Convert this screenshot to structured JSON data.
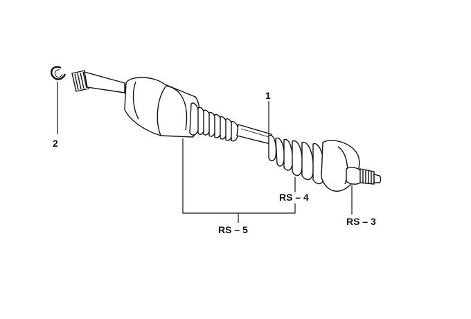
{
  "diagram": {
    "parts": {
      "ring": "2",
      "shaft": "1",
      "outer_boot": "RS – 4",
      "outer_joint": "RS – 3",
      "boot_set": "RS – 5"
    },
    "colors": {
      "line": "#111111",
      "background": "#ffffff"
    }
  }
}
